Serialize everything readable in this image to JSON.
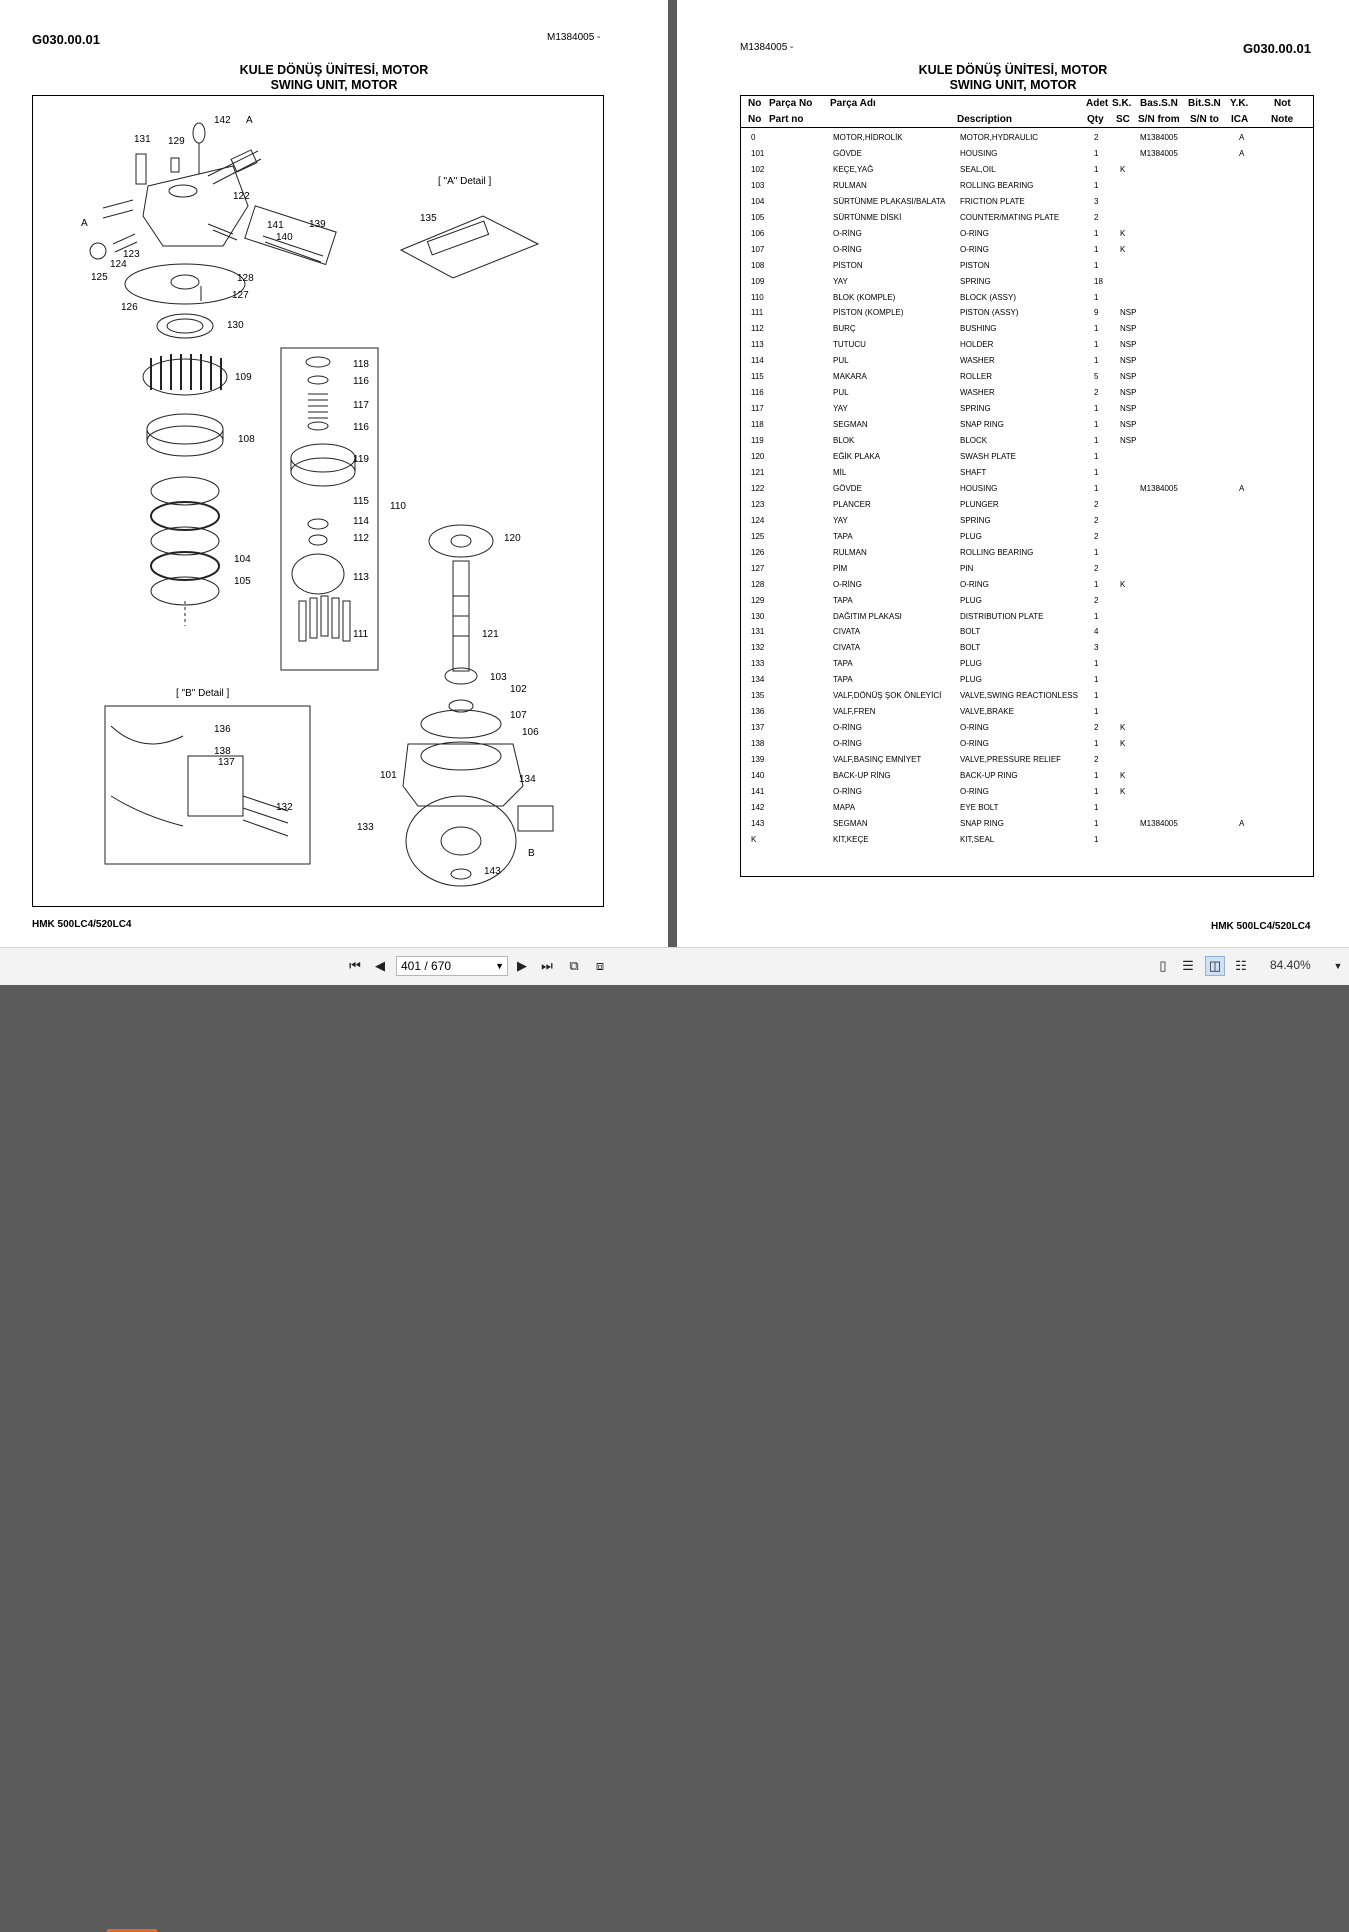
{
  "left_page": {
    "code": "G030.00.01",
    "model_ref": "M1384005 -",
    "title_tr": "KULE DÖNÜŞ ÜNİTESİ, MOTOR",
    "title_en": "SWING UNIT, MOTOR",
    "detail_a": "[ \"A\" Detail ]",
    "detail_b": "[ \"B\" Detail ]",
    "footer": "HMK 500LC4/520LC4",
    "callouts": [
      "142",
      "A",
      "131",
      "129",
      "122",
      "141",
      "140",
      "139",
      "123",
      "124",
      "125",
      "128",
      "127",
      "126",
      "130",
      "109",
      "108",
      "104",
      "105",
      "118",
      "116",
      "117",
      "116",
      "119",
      "115",
      "114",
      "112",
      "113",
      "111",
      "110",
      "120",
      "121",
      "103",
      "102",
      "107",
      "106",
      "134",
      "101",
      "133",
      "143",
      "B",
      "135",
      "136",
      "138",
      "137",
      "132",
      "A"
    ]
  },
  "right_page": {
    "model_ref": "M1384005 -",
    "code": "G030.00.01",
    "title_tr": "KULE DÖNÜŞ ÜNİTESİ, MOTOR",
    "title_en": "SWING UNIT, MOTOR",
    "footer": "HMK 500LC4/520LC4",
    "headers_tr": {
      "no": "No",
      "part_no": "Parça No",
      "name": "Parça Adı",
      "qty": "Adet",
      "sc": "S.K.",
      "sn_from": "Bas.S.N",
      "sn_to": "Bit.S.N",
      "ica": "Y.K.",
      "note": "Not"
    },
    "headers_en": {
      "no": "No",
      "part_no": "Part no",
      "name": "Description",
      "qty": "Qty",
      "sc": "SC",
      "sn_from": "S/N from",
      "sn_to": "S/N to",
      "ica": "ICA",
      "note": "Note"
    },
    "rows": [
      {
        "no": "0",
        "tr": "MOTOR,HİDROLİK",
        "en": "MOTOR,HYDRAULIC",
        "qty": "2",
        "sc": "",
        "sn": "M1384005",
        "yk": "A"
      },
      {
        "no": "101",
        "tr": "GÖVDE",
        "en": "HOUSING",
        "qty": "1",
        "sc": "",
        "sn": "M1384005",
        "yk": "A"
      },
      {
        "no": "102",
        "tr": "KEÇE,YAĞ",
        "en": "SEAL,OIL",
        "qty": "1",
        "sc": "K",
        "sn": "",
        "yk": ""
      },
      {
        "no": "103",
        "tr": "RULMAN",
        "en": "ROLLING BEARING",
        "qty": "1",
        "sc": "",
        "sn": "",
        "yk": ""
      },
      {
        "no": "104",
        "tr": "SÜRTÜNME PLAKASI/BALATA",
        "en": "FRICTION PLATE",
        "qty": "3",
        "sc": "",
        "sn": "",
        "yk": ""
      },
      {
        "no": "105",
        "tr": "SÜRTÜNME DİSKİ",
        "en": "COUNTER/MATING PLATE",
        "qty": "2",
        "sc": "",
        "sn": "",
        "yk": ""
      },
      {
        "no": "106",
        "tr": "O-RİNG",
        "en": "O-RING",
        "qty": "1",
        "sc": "K",
        "sn": "",
        "yk": ""
      },
      {
        "no": "107",
        "tr": "O-RİNG",
        "en": "O-RING",
        "qty": "1",
        "sc": "K",
        "sn": "",
        "yk": ""
      },
      {
        "no": "108",
        "tr": "PİSTON",
        "en": "PISTON",
        "qty": "1",
        "sc": "",
        "sn": "",
        "yk": ""
      },
      {
        "no": "109",
        "tr": "YAY",
        "en": "SPRING",
        "qty": "18",
        "sc": "",
        "sn": "",
        "yk": ""
      },
      {
        "no": "110",
        "tr": "BLOK (KOMPLE)",
        "en": "BLOCK (ASSY)",
        "qty": "1",
        "sc": "",
        "sn": "",
        "yk": ""
      },
      {
        "no": "111",
        "tr": "PİSTON (KOMPLE)",
        "en": "PISTON (ASSY)",
        "qty": "9",
        "sc": "NSP",
        "sn": "",
        "yk": ""
      },
      {
        "no": "112",
        "tr": "BURÇ",
        "en": "BUSHING",
        "qty": "1",
        "sc": "NSP",
        "sn": "",
        "yk": ""
      },
      {
        "no": "113",
        "tr": "TUTUCU",
        "en": "HOLDER",
        "qty": "1",
        "sc": "NSP",
        "sn": "",
        "yk": ""
      },
      {
        "no": "114",
        "tr": "PUL",
        "en": "WASHER",
        "qty": "1",
        "sc": "NSP",
        "sn": "",
        "yk": ""
      },
      {
        "no": "115",
        "tr": "MAKARA",
        "en": "ROLLER",
        "qty": "5",
        "sc": "NSP",
        "sn": "",
        "yk": ""
      },
      {
        "no": "116",
        "tr": "PUL",
        "en": "WASHER",
        "qty": "2",
        "sc": "NSP",
        "sn": "",
        "yk": ""
      },
      {
        "no": "117",
        "tr": "YAY",
        "en": "SPRING",
        "qty": "1",
        "sc": "NSP",
        "sn": "",
        "yk": ""
      },
      {
        "no": "118",
        "tr": "SEGMAN",
        "en": "SNAP RING",
        "qty": "1",
        "sc": "NSP",
        "sn": "",
        "yk": ""
      },
      {
        "no": "119",
        "tr": "BLOK",
        "en": "BLOCK",
        "qty": "1",
        "sc": "NSP",
        "sn": "",
        "yk": ""
      },
      {
        "no": "120",
        "tr": "EĞİK PLAKA",
        "en": "SWASH PLATE",
        "qty": "1",
        "sc": "",
        "sn": "",
        "yk": ""
      },
      {
        "no": "121",
        "tr": "MİL",
        "en": "SHAFT",
        "qty": "1",
        "sc": "",
        "sn": "",
        "yk": ""
      },
      {
        "no": "122",
        "tr": "GÖVDE",
        "en": "HOUSING",
        "qty": "1",
        "sc": "",
        "sn": "M1384005",
        "yk": "A"
      },
      {
        "no": "123",
        "tr": "PLANCER",
        "en": "PLUNGER",
        "qty": "2",
        "sc": "",
        "sn": "",
        "yk": ""
      },
      {
        "no": "124",
        "tr": "YAY",
        "en": "SPRING",
        "qty": "2",
        "sc": "",
        "sn": "",
        "yk": ""
      },
      {
        "no": "125",
        "tr": "TAPA",
        "en": "PLUG",
        "qty": "2",
        "sc": "",
        "sn": "",
        "yk": ""
      },
      {
        "no": "126",
        "tr": "RULMAN",
        "en": "ROLLING BEARING",
        "qty": "1",
        "sc": "",
        "sn": "",
        "yk": ""
      },
      {
        "no": "127",
        "tr": "PİM",
        "en": "PIN",
        "qty": "2",
        "sc": "",
        "sn": "",
        "yk": ""
      },
      {
        "no": "128",
        "tr": "O-RİNG",
        "en": "O-RING",
        "qty": "1",
        "sc": "K",
        "sn": "",
        "yk": ""
      },
      {
        "no": "129",
        "tr": "TAPA",
        "en": "PLUG",
        "qty": "2",
        "sc": "",
        "sn": "",
        "yk": ""
      },
      {
        "no": "130",
        "tr": "DAĞITIM PLAKASI",
        "en": "DISTRIBUTION PLATE",
        "qty": "1",
        "sc": "",
        "sn": "",
        "yk": ""
      },
      {
        "no": "131",
        "tr": "CIVATA",
        "en": "BOLT",
        "qty": "4",
        "sc": "",
        "sn": "",
        "yk": ""
      },
      {
        "no": "132",
        "tr": "CIVATA",
        "en": "BOLT",
        "qty": "3",
        "sc": "",
        "sn": "",
        "yk": ""
      },
      {
        "no": "133",
        "tr": "TAPA",
        "en": "PLUG",
        "qty": "1",
        "sc": "",
        "sn": "",
        "yk": ""
      },
      {
        "no": "134",
        "tr": "TAPA",
        "en": "PLUG",
        "qty": "1",
        "sc": "",
        "sn": "",
        "yk": ""
      },
      {
        "no": "135",
        "tr": "VALF,DÖNÜŞ ŞOK ÖNLEYİCİ",
        "en": "VALVE,SWING REACTIONLESS",
        "qty": "1",
        "sc": "",
        "sn": "",
        "yk": ""
      },
      {
        "no": "136",
        "tr": "VALF,FREN",
        "en": "VALVE,BRAKE",
        "qty": "1",
        "sc": "",
        "sn": "",
        "yk": ""
      },
      {
        "no": "137",
        "tr": "O-RİNG",
        "en": "O-RING",
        "qty": "2",
        "sc": "K",
        "sn": "",
        "yk": ""
      },
      {
        "no": "138",
        "tr": "O-RİNG",
        "en": "O-RING",
        "qty": "1",
        "sc": "K",
        "sn": "",
        "yk": ""
      },
      {
        "no": "139",
        "tr": "VALF,BASINÇ EMNİYET",
        "en": "VALVE,PRESSURE RELIEF",
        "qty": "2",
        "sc": "",
        "sn": "",
        "yk": ""
      },
      {
        "no": "140",
        "tr": "BACK-UP RİNG",
        "en": "BACK-UP RING",
        "qty": "1",
        "sc": "K",
        "sn": "",
        "yk": ""
      },
      {
        "no": "141",
        "tr": "O-RİNG",
        "en": "O-RING",
        "qty": "1",
        "sc": "K",
        "sn": "",
        "yk": ""
      },
      {
        "no": "142",
        "tr": "MAPA",
        "en": "EYE BOLT",
        "qty": "1",
        "sc": "",
        "sn": "",
        "yk": ""
      },
      {
        "no": "143",
        "tr": "SEGMAN",
        "en": "SNAP RING",
        "qty": "1",
        "sc": "",
        "sn": "M1384005",
        "yk": "A"
      },
      {
        "no": "K",
        "tr": "KİT,KEÇE",
        "en": "KIT,SEAL",
        "qty": "1",
        "sc": "",
        "sn": "",
        "yk": ""
      }
    ]
  },
  "toolbar": {
    "page_indicator": "401 / 670",
    "zoom": "84.40%",
    "icons": [
      "first-page-icon",
      "prev-page-icon",
      "next-page-icon",
      "last-page-icon",
      "fit-page-icon",
      "fit-width-icon",
      "single-page-icon",
      "continuous-icon",
      "two-page-icon",
      "scroll-icon"
    ]
  }
}
